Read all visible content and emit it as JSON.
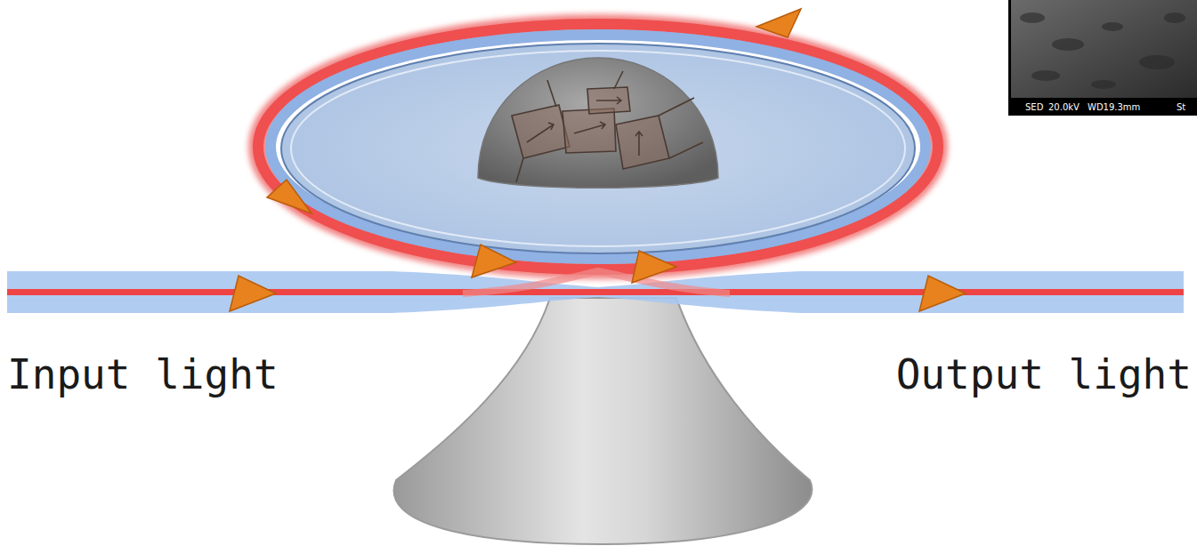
{
  "diagram": {
    "labels": [
      "Input light",
      "Output light",
      "SED",
      "20.0kV",
      "WD19.3mm",
      "St"
    ]
  }
}
